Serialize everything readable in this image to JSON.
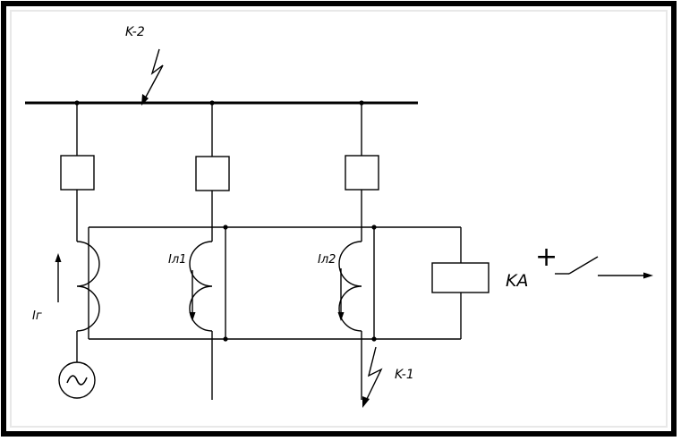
{
  "labels": {
    "k2": "K-2",
    "k1": "K-1",
    "ig": "Iг",
    "il1": "Iл1",
    "il2": "Iл2",
    "ka": "KA",
    "plus": "+"
  },
  "colors": {
    "stroke": "#000000",
    "background": "#ffffff",
    "frame": "#000000"
  },
  "icons": {
    "source": "ac-source-tilde-icon",
    "lightning": "lightning-fault-icon",
    "contact": "normally-open-contact-icon"
  }
}
